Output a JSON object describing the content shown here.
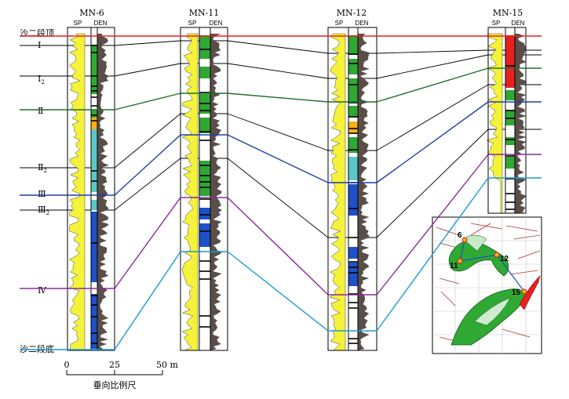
{
  "wells": [
    {
      "name": "MN-6",
      "sp": "SP",
      "den": "DEN"
    },
    {
      "name": "MN-11",
      "sp": "SP",
      "den": "DEN"
    },
    {
      "name": "MN-12",
      "sp": "SP",
      "den": "DEN"
    },
    {
      "name": "MN-15",
      "sp": "SP",
      "den": "DEN"
    }
  ],
  "top_label": "沙二段顶",
  "bottom_label": "沙二段底",
  "zone_labels": [
    {
      "text": "Ⅰ",
      "sub": ""
    },
    {
      "text": "Ⅰ",
      "sub": "2"
    },
    {
      "text": "Ⅱ",
      "sub": ""
    },
    {
      "text": "Ⅱ",
      "sub": "2"
    },
    {
      "text": "Ⅲ",
      "sub": ""
    },
    {
      "text": "Ⅲ",
      "sub": "2"
    },
    {
      "text": "Ⅳ",
      "sub": ""
    }
  ],
  "scale": {
    "ticks": [
      "0",
      "25",
      "50 m"
    ],
    "caption": "垂向比例尺"
  },
  "map_labels": [
    "6",
    "11",
    "12",
    "15"
  ],
  "colors": {
    "top": "#e8201f",
    "zone2": "#1f6f2a",
    "zone3": "#1f3fa8",
    "zone4": "#8b2a9b",
    "bottom": "#1e9ad6",
    "sand": "#f5f23a",
    "green": "#2fa834",
    "cyan": "#5cc8c8",
    "blue": "#1e50c8",
    "orange": "#f5b01a",
    "red": "#e82020",
    "den": "#5a4e48"
  }
}
